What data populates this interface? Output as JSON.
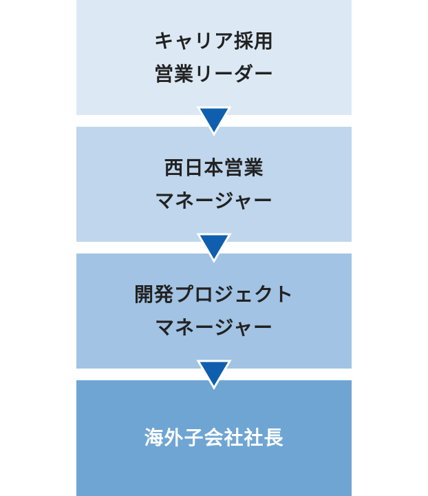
{
  "steps": [
    {
      "line1": "キャリア採用",
      "line2": "営業リーダー",
      "bg": "#dce9f5",
      "color": "#222222"
    },
    {
      "line1": "西日本営業",
      "line2": "マネージャー",
      "bg": "#bfd6ec",
      "color": "#222222"
    },
    {
      "line1": "開発プロジェクト",
      "line2": "マネージャー",
      "bg": "#a2c3e3",
      "color": "#222222"
    },
    {
      "line1": "海外子会社社長",
      "line2": "",
      "bg": "#6fa5d3",
      "color": "#ffffff"
    }
  ],
  "arrow_color": "#0f5fae",
  "arrow_outline": "#ffffff"
}
